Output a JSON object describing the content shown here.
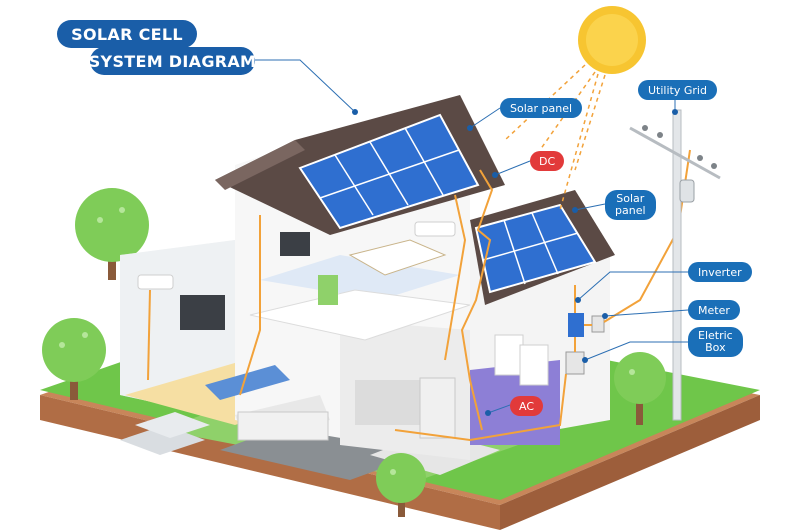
{
  "title": {
    "line1": "SOLAR CELL",
    "line2": "SYSTEM DIAGRAM"
  },
  "labels": {
    "solar_panel_roof": "Solar panel",
    "dc": "DC",
    "utility_grid": "Utility Grid",
    "solar_panel_side_line1": "Solar",
    "solar_panel_side_line2": "panel",
    "inverter": "Inverter",
    "meter": "Meter",
    "electric_box_line1": "Eletric",
    "electric_box_line2": "Box",
    "ac": "AC"
  },
  "colors": {
    "title_blue": "#1a5ea8",
    "label_blue": "#1a6fb8",
    "label_red": "#e23a3a",
    "sun": "#f7c531",
    "wire": "#f2a23a",
    "grass": "#6fc64a",
    "soil": "#c8865a",
    "roof": "#5b4a45",
    "panel": "#2f6fd0"
  }
}
